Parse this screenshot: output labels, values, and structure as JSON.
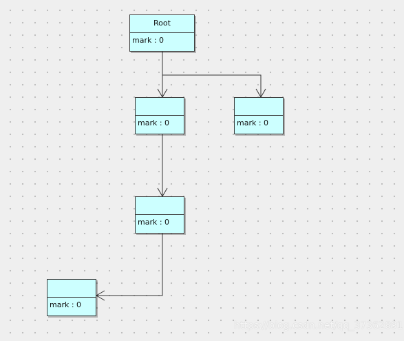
{
  "diagram": {
    "nodes": [
      {
        "id": "root",
        "title": "Root",
        "attribute": "mark : 0"
      },
      {
        "id": "mid",
        "title": "",
        "attribute": "mark : 0"
      },
      {
        "id": "right",
        "title": "",
        "attribute": "mark : 0"
      },
      {
        "id": "low",
        "title": "",
        "attribute": "mark : 0"
      },
      {
        "id": "left",
        "title": "",
        "attribute": "mark : 0"
      }
    ],
    "edges": [
      {
        "from": "root",
        "to": "mid"
      },
      {
        "from": "root",
        "to": "right"
      },
      {
        "from": "mid",
        "to": "low"
      },
      {
        "from": "low",
        "to": "left"
      }
    ]
  },
  "colors": {
    "node_fill": "#ccffff",
    "node_border": "#3a3a3a",
    "edge": "#333333",
    "background": "#efefef"
  },
  "watermark": "https://blog.csdn.net/qq_37362891"
}
